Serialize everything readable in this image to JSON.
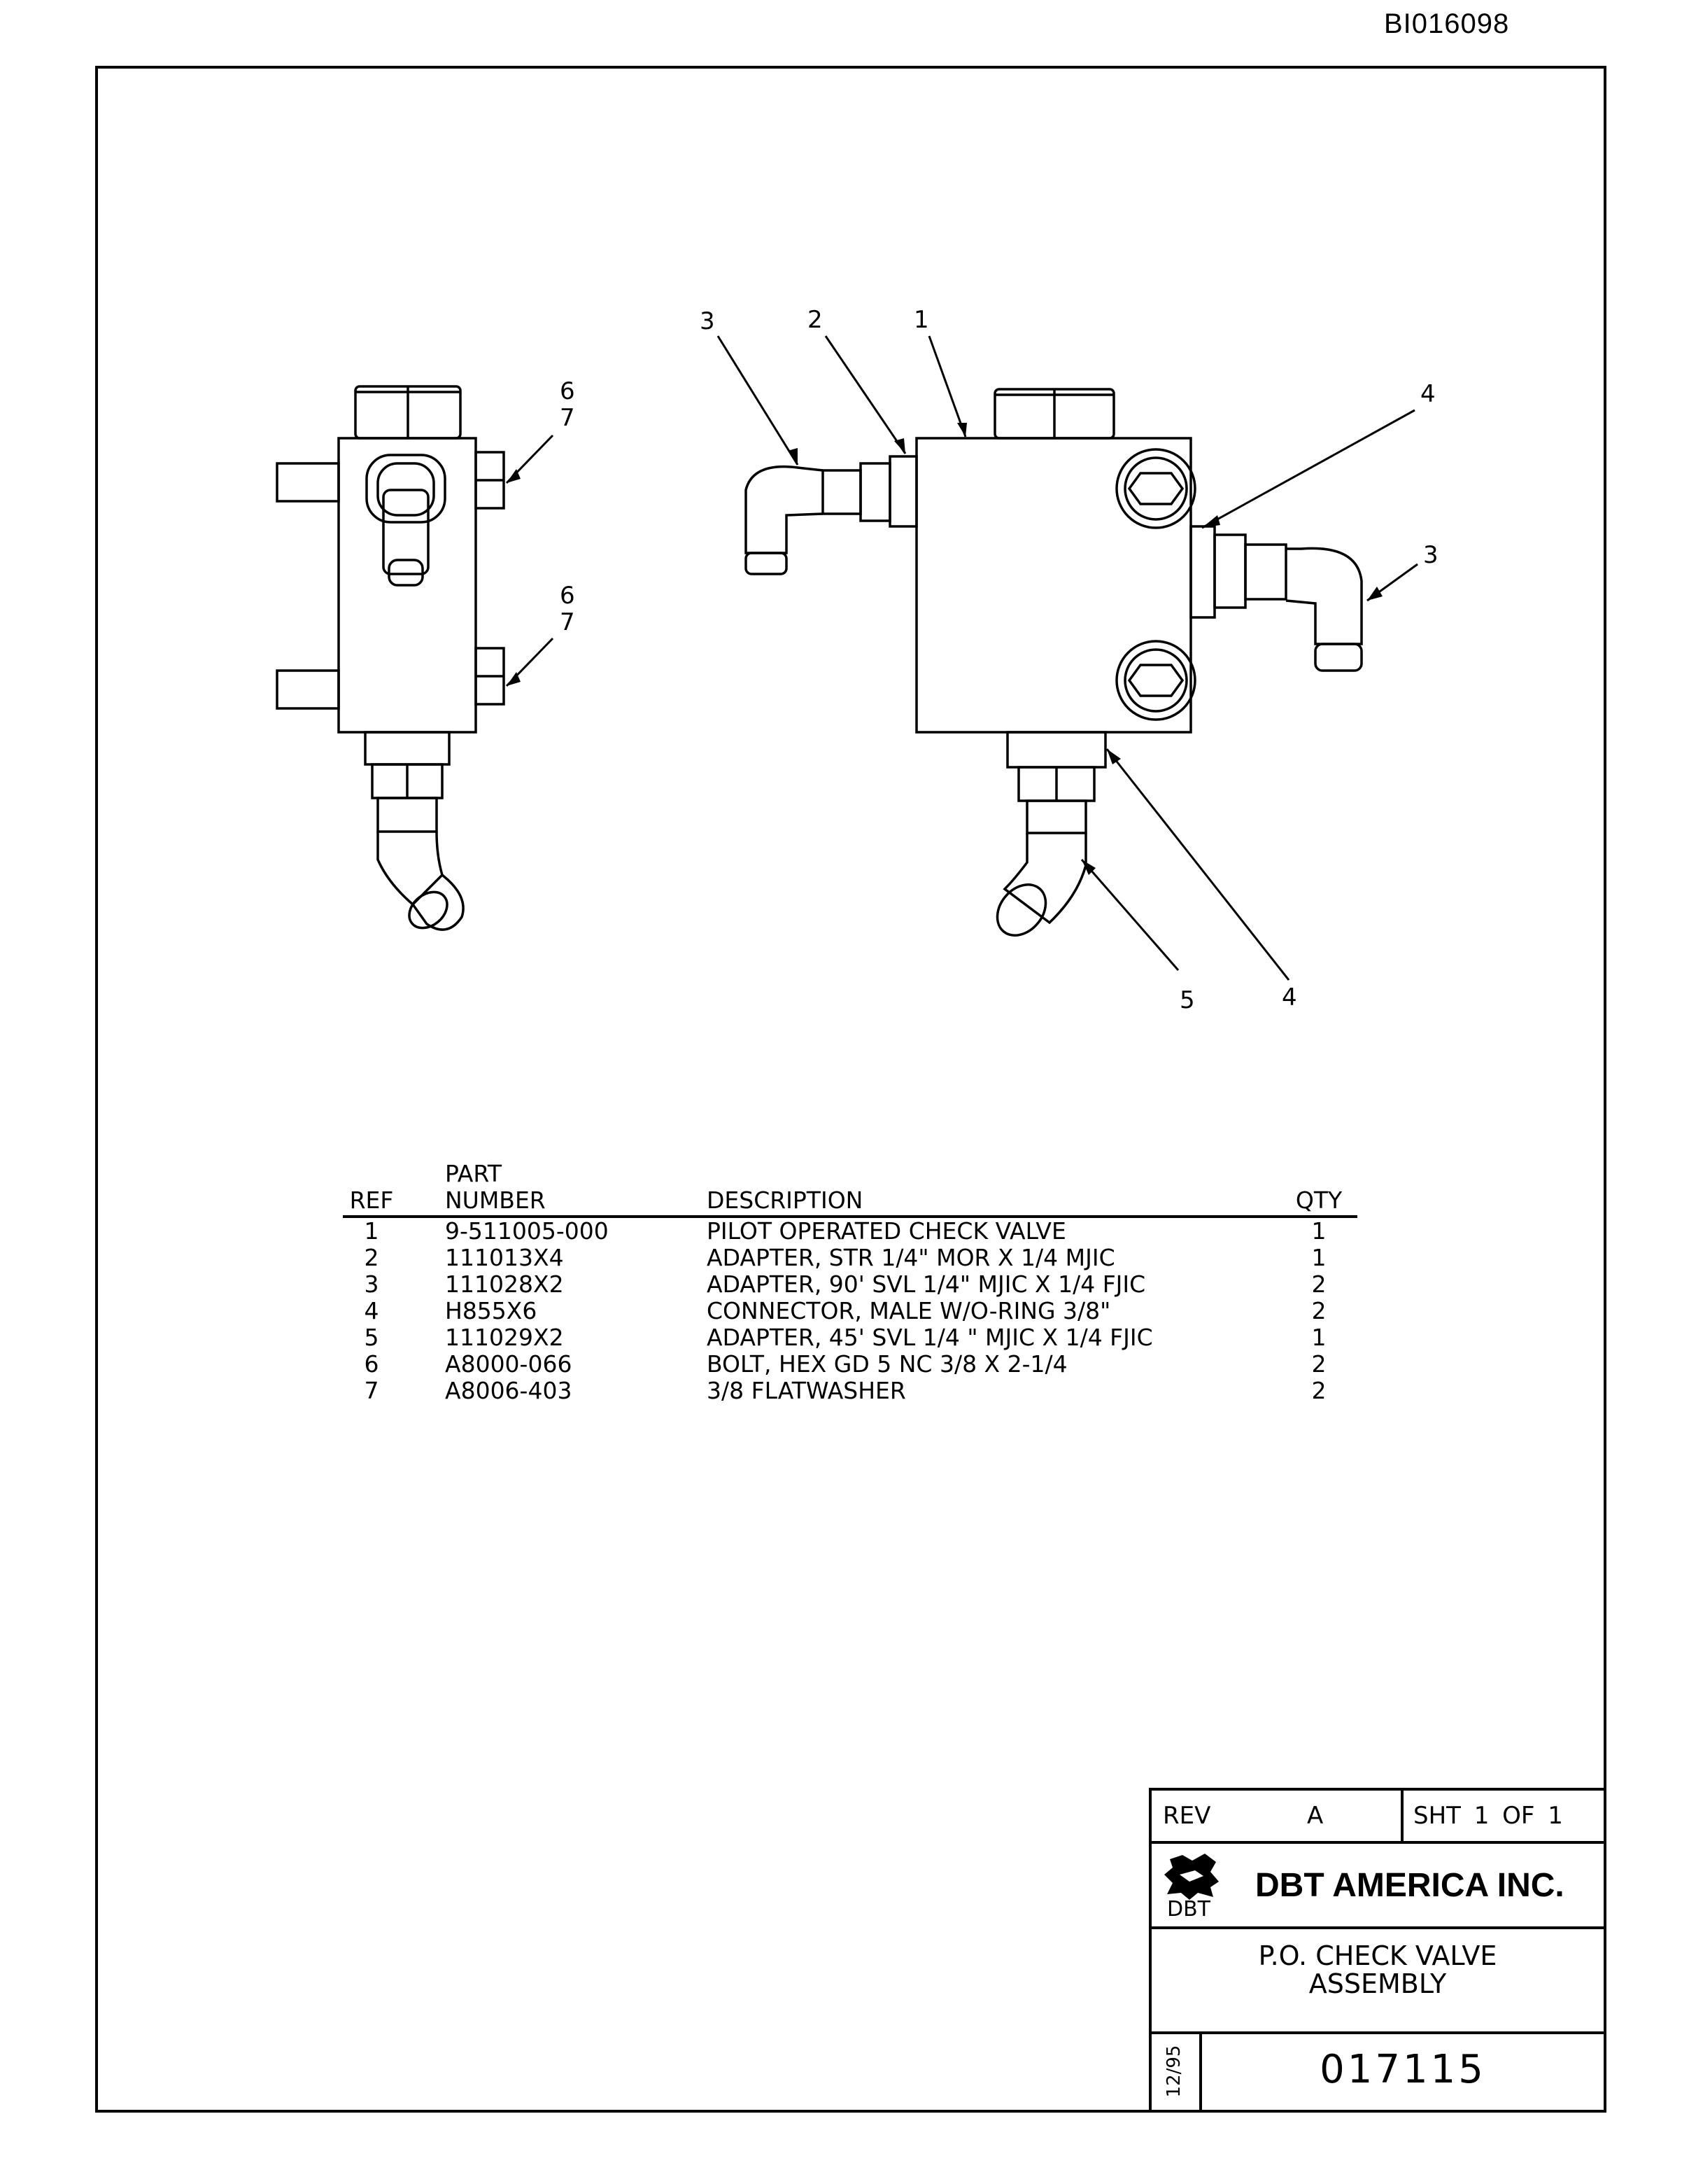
{
  "document_id": "BI016098",
  "callouts": {
    "side_top_a": "6",
    "side_top_b": "7",
    "side_mid_a": "6",
    "side_mid_b": "7",
    "front_3_left": "3",
    "front_2": "2",
    "front_1": "1",
    "front_4_right": "4",
    "front_3_right": "3",
    "front_5": "5",
    "front_4_bottom": "4"
  },
  "parts_list": {
    "headers": {
      "ref": "REF",
      "part_number_line1": "PART",
      "part_number_line2": "NUMBER",
      "description": "DESCRIPTION",
      "qty": "QTY"
    },
    "rows": [
      {
        "ref": "1",
        "part_number": "9-511005-000",
        "description": "PILOT OPERATED CHECK VALVE",
        "qty": "1"
      },
      {
        "ref": "2",
        "part_number": "111013X4",
        "description": "ADAPTER, STR 1/4\" MOR X 1/4 MJIC",
        "qty": "1"
      },
      {
        "ref": "3",
        "part_number": "111028X2",
        "description": "ADAPTER, 90' SVL 1/4\" MJIC X 1/4 FJIC",
        "qty": "2"
      },
      {
        "ref": "4",
        "part_number": "H855X6",
        "description": "CONNECTOR, MALE W/O-RING 3/8\"",
        "qty": "2"
      },
      {
        "ref": "5",
        "part_number": "111029X2",
        "description": "ADAPTER, 45' SVL 1/4 \" MJIC X 1/4 FJIC",
        "qty": "1"
      },
      {
        "ref": "6",
        "part_number": "A8000-066",
        "description": "BOLT, HEX GD 5 NC 3/8 X 2-1/4",
        "qty": "2"
      },
      {
        "ref": "7",
        "part_number": "A8006-403",
        "description": "3/8 FLATWASHER",
        "qty": "2"
      }
    ]
  },
  "title_block": {
    "rev_label": "REV",
    "rev_value": "A",
    "sheet": "SHT 1  OF 1",
    "company": "DBT AMERICA INC.",
    "logo_text": "DBT",
    "title_line1": "P.O. CHECK VALVE",
    "title_line2": "ASSEMBLY",
    "date": "12/95",
    "drawing_number": "017115"
  }
}
